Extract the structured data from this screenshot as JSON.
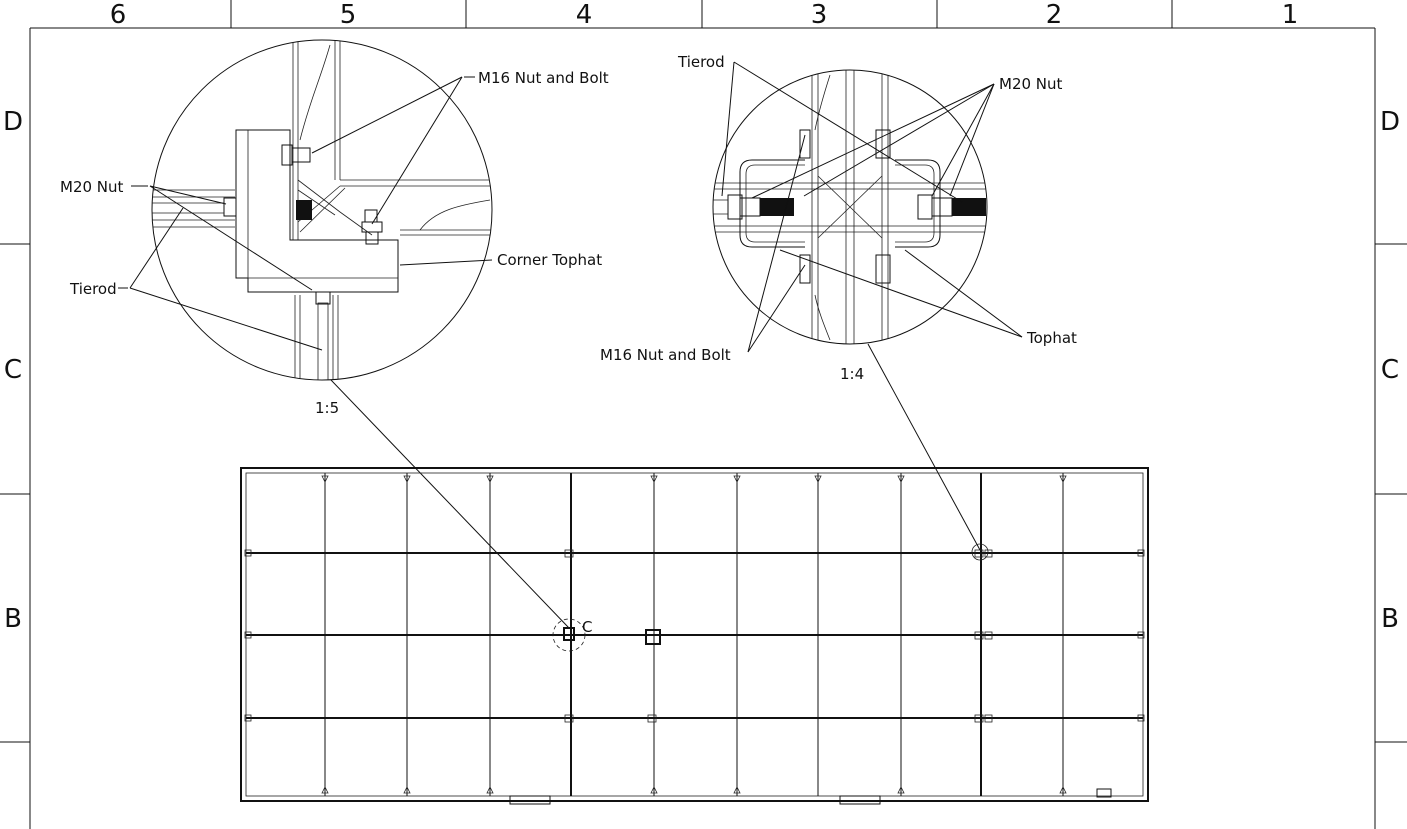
{
  "border": {
    "columns": [
      "6",
      "5",
      "4",
      "3",
      "2",
      "1"
    ],
    "rows": [
      "D",
      "C",
      "B"
    ]
  },
  "detail_left": {
    "scale": "1:5",
    "callouts": {
      "m16": "M16 Nut and Bolt",
      "m20": "M20 Nut",
      "tierod": "Tierod",
      "corner_tophat": "Corner Tophat"
    }
  },
  "detail_right": {
    "scale": "1:4",
    "callouts": {
      "tierod": "Tierod",
      "m20": "M20 Nut",
      "m16": "M16 Nut and Bolt",
      "tophat": "Tophat"
    }
  },
  "plan": {
    "detail_marker": "C"
  }
}
